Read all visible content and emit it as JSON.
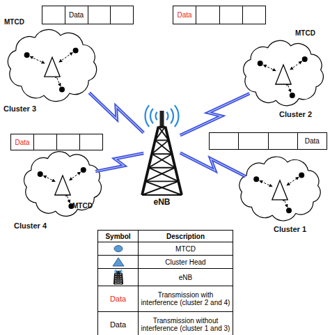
{
  "diagram": {
    "nodes": [
      {
        "text": [
          "Data"
        ]
      },
      {
        "text": [
          "Data"
        ]
      },
      {
        "text": [
          "Cluster 3"
        ]
      },
      {
        "text": [
          "Cluster 2"
        ]
      },
      {
        "text": [
          "eNB"
        ]
      },
      {
        "text": [
          "Data"
        ]
      },
      {
        "text": [
          "Data"
        ]
      },
      {
        "text": [
          "Cluster 4"
        ]
      },
      {
        "text": [
          "Cluster 1"
        ]
      }
    ],
    "edges": [
      {
        "from": 4,
        "to": 2,
        "arrow": "none"
      },
      {
        "from": 4,
        "to": 3,
        "arrow": "none"
      },
      {
        "from": 4,
        "to": 7,
        "arrow": "none"
      },
      {
        "from": 4,
        "to": 8,
        "arrow": "none"
      }
    ],
    "labels": [
      "MTCD",
      "MTCD",
      "MTCD",
      "Symbol",
      "Description",
      "Data",
      "Data"
    ],
    "legend": [
      {
        "text": "MTCD"
      },
      {
        "text": "Cluster Head"
      },
      {
        "text": "eNB"
      },
      {
        "text": "Transmission with interference (cluster 2 and 4)"
      },
      {
        "text": "Transmission without interference (cluster 1 and 3)"
      }
    ]
  }
}
